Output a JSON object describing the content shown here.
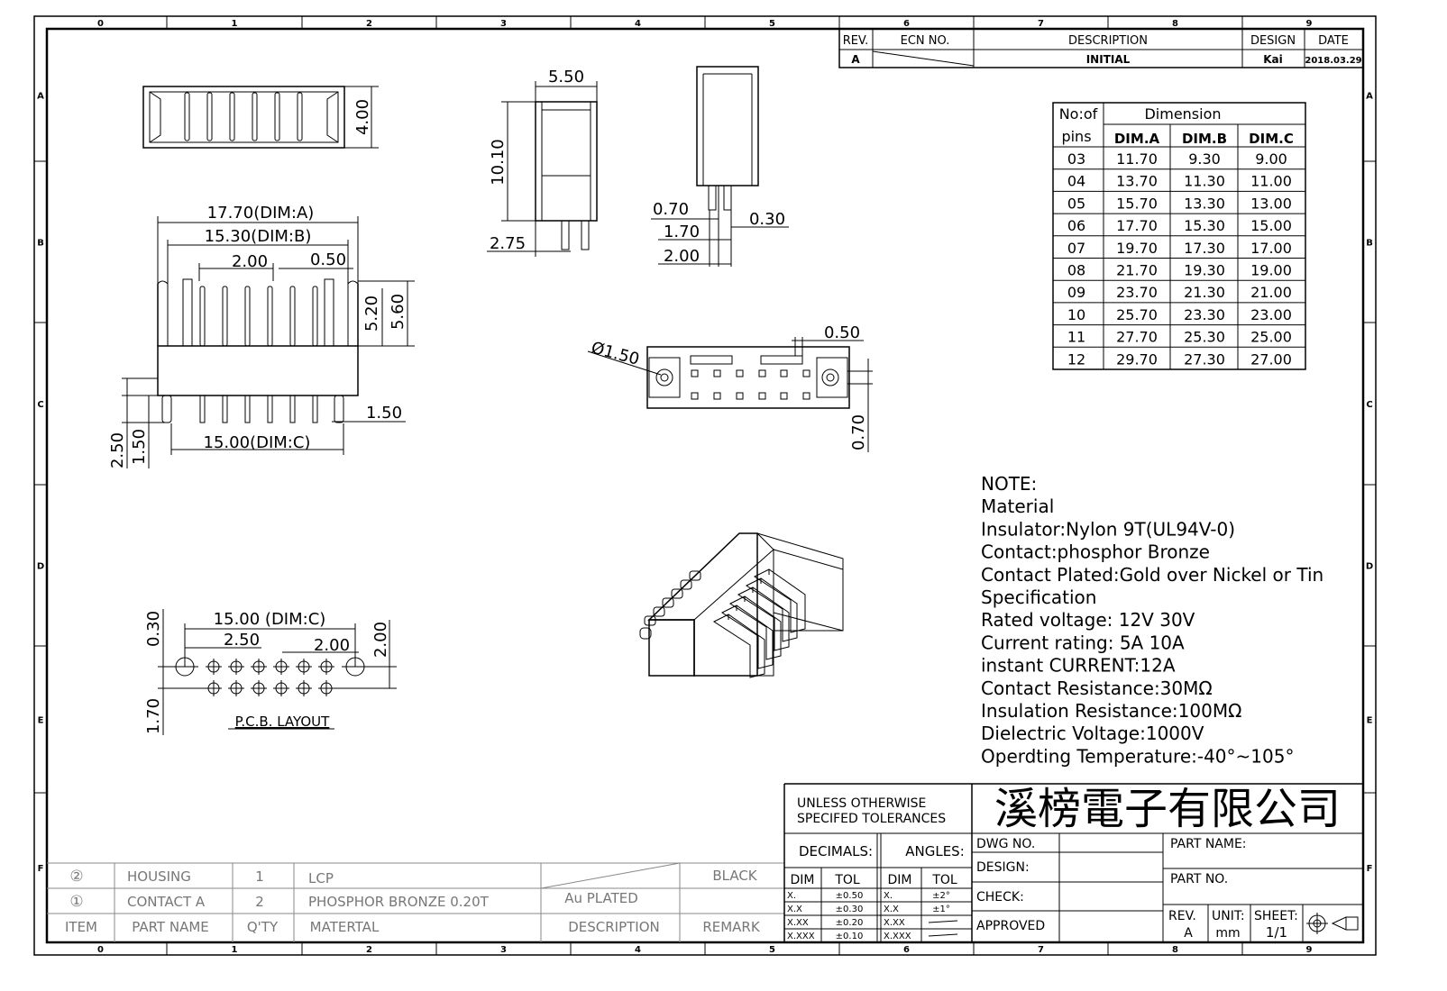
{
  "grid": {
    "columns": [
      "0",
      "1",
      "2",
      "3",
      "4",
      "5",
      "6",
      "7",
      "8",
      "9"
    ],
    "rows": [
      "A",
      "B",
      "C",
      "D",
      "E",
      "F"
    ]
  },
  "revision": {
    "headers": {
      "rev": "REV.",
      "ecn": "ECN NO.",
      "description": "DESCRIPTION",
      "design": "DESIGN",
      "date": "DATE"
    },
    "row": {
      "rev": "A",
      "ecn": "",
      "description": "INITIAL",
      "design": "Kai",
      "date": "2018.03.29"
    }
  },
  "dim_table": {
    "header_pins_1": "No:of",
    "header_pins_2": "pins",
    "header_dimension": "Dimension",
    "col_a": "DIM.A",
    "col_b": "DIM.B",
    "col_c": "DIM.C",
    "rows": [
      [
        "03",
        "11.70",
        "9.30",
        "9.00"
      ],
      [
        "04",
        "13.70",
        "11.30",
        "11.00"
      ],
      [
        "05",
        "15.70",
        "13.30",
        "13.00"
      ],
      [
        "06",
        "17.70",
        "15.30",
        "15.00"
      ],
      [
        "07",
        "19.70",
        "17.30",
        "17.00"
      ],
      [
        "08",
        "21.70",
        "19.30",
        "19.00"
      ],
      [
        "09",
        "23.70",
        "21.30",
        "21.00"
      ],
      [
        "10",
        "25.70",
        "23.30",
        "23.00"
      ],
      [
        "11",
        "27.70",
        "25.30",
        "25.00"
      ],
      [
        "12",
        "29.70",
        "27.30",
        "27.00"
      ]
    ]
  },
  "dims": {
    "top_view_400": "4.00",
    "front_dim_a": "17.70(DIM:A)",
    "front_dim_b": "15.30(DIM:B)",
    "front_pitch": "2.00",
    "front_050": "0.50",
    "front_520": "5.20",
    "front_560": "5.60",
    "front_150_right": "1.50",
    "front_dim_c": "15.00(DIM:C)",
    "front_250": "2.50",
    "front_150_left": "1.50",
    "side_550": "5.50",
    "side_1010": "10.10",
    "side_275": "2.75",
    "side2_070": "0.70",
    "side2_030": "0.30",
    "side2_170": "1.70",
    "side2_200": "2.00",
    "bottom_dia": "Ø1.50",
    "bottom_050": "0.50",
    "bottom_070": "0.70",
    "pcb_dim_c": "15.00 (DIM:C)",
    "pcb_250": "2.50",
    "pcb_200_pitch": "2.00",
    "pcb_200_right": "2.00",
    "pcb_030": "0.30",
    "pcb_170": "1.70",
    "pcb_label": "P.C.B. LAYOUT"
  },
  "notes": [
    "NOTE:",
    "Material",
    "Insulator:Nylon 9T(UL94V-0)",
    "Contact:phosphor Bronze",
    "Contact Plated:Gold over Nickel or Tin",
    "Specification",
    "Rated voltage: 12V 30V",
    "Current rating: 5A 10A",
    "instant CURRENT:12A",
    "Contact Resistance:30MΩ",
    "Insulation Resistance:100MΩ",
    "Dielectric Voltage:1000V",
    "Operdting Temperature:-40°~105°"
  ],
  "bom": {
    "rows": [
      {
        "item": "②",
        "part": "HOUSING",
        "qty": "1",
        "material": "LCP",
        "description": "",
        "remark": "BLACK"
      },
      {
        "item": "①",
        "part": "CONTACT A",
        "qty": "2",
        "material": "PHOSPHOR BRONZE 0.20T",
        "description": "Au PLATED",
        "remark": ""
      }
    ],
    "headers": {
      "item": "ITEM",
      "part": "PART NAME",
      "qty": "Q'TY",
      "material": "MATERTAL",
      "description": "DESCRIPTION",
      "remark": "REMARK"
    }
  },
  "title_block": {
    "tolerance_title": "UNLESS OTHERWISE SPECIFED TOLERANCES",
    "tol_line1": "UNLESS OTHERWISE",
    "tol_line2": "SPECIFED TOLERANCES",
    "decimals": "DECIMALS:",
    "angles": "ANGLES:",
    "dim": "DIM",
    "tol": "TOL",
    "decimal_rows": [
      [
        "X.",
        "±0.50"
      ],
      [
        "X.X",
        "±0.30"
      ],
      [
        "X.XX",
        "±0.20"
      ],
      [
        "X.XXX",
        "±0.10"
      ]
    ],
    "angle_rows": [
      [
        "X.",
        "±2°"
      ],
      [
        "X.X",
        "±1°"
      ],
      [
        "X.XX",
        ""
      ],
      [
        "X.XXX",
        ""
      ]
    ],
    "company": "溪榜電子有限公司",
    "dwg_no": "DWG NO.",
    "design": "DESIGN:",
    "check": "CHECK:",
    "approved": "APPROVED",
    "part_name": "PART NAME:",
    "part_no": "PART NO.",
    "rev_label": "REV.",
    "rev_value": "A",
    "unit_label": "UNIT:",
    "unit_value": "mm",
    "sheet_label": "SHEET:",
    "sheet_value": "1/1"
  }
}
